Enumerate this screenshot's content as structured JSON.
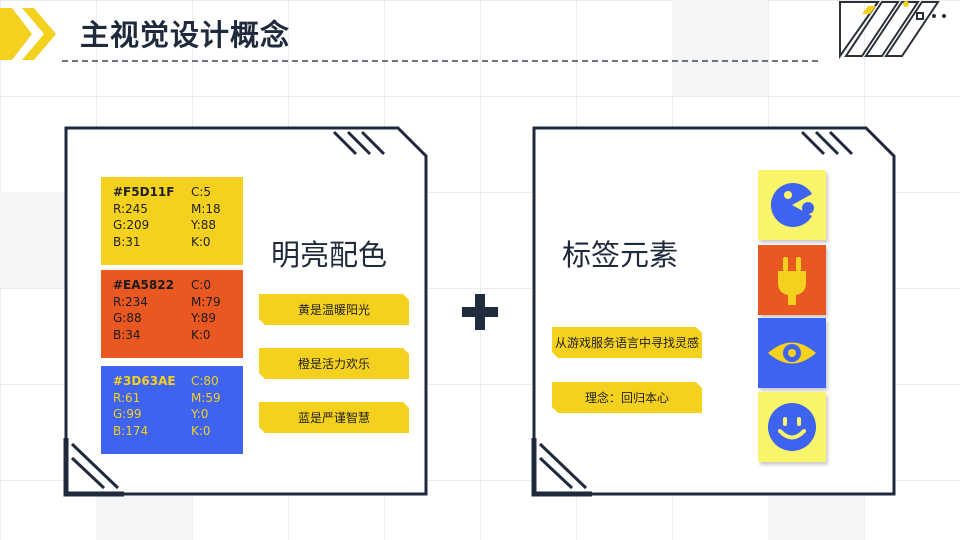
{
  "page": {
    "title": "主视觉设计概念"
  },
  "colors": {
    "yellow": "#F5D11F",
    "orange": "#EA5822",
    "blue": "#3D63AE",
    "navy": "#1F2A3C",
    "tile_blue": "#3D63F0"
  },
  "left_panel": {
    "heading": "明亮配色",
    "swatches": [
      {
        "hex": "#F5D11F",
        "r": "R:245",
        "g": "G:209",
        "b": "B:31",
        "c": "C:5",
        "m": "M:18",
        "y": "Y:88",
        "k": "K:0"
      },
      {
        "hex": "#EA5822",
        "r": "R:234",
        "g": "G:88",
        "b": "B:34",
        "c": "C:0",
        "m": "M:79",
        "y": "Y:89",
        "k": "K:0"
      },
      {
        "hex": "#3D63AE",
        "r": "R:61",
        "g": "G:99",
        "b": "B:174",
        "c": "C:80",
        "m": "M:59",
        "y": "Y:0",
        "k": "K:0"
      }
    ],
    "tags": [
      "黄是温暖阳光",
      "橙是活力欢乐",
      "蓝是严谨智慧"
    ]
  },
  "right_panel": {
    "heading": "标签元素",
    "tags": [
      "从游戏服务语言中寻找灵感",
      "理念：回归本心"
    ],
    "icons": [
      "pacman-icon",
      "plug-icon",
      "eye-icon",
      "smiley-icon"
    ]
  }
}
